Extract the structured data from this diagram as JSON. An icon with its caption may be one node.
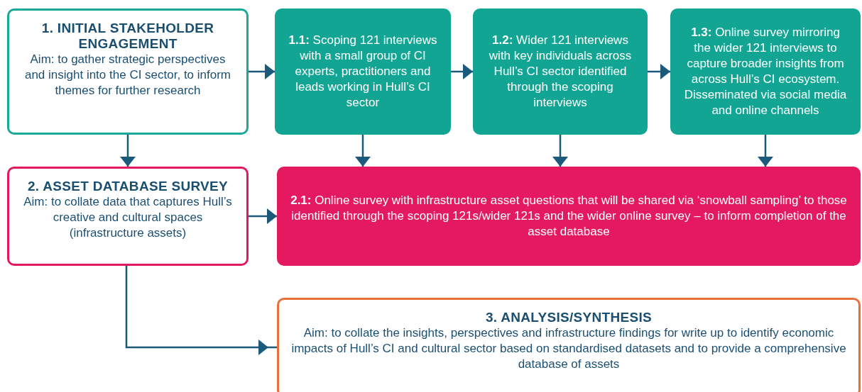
{
  "diagram": {
    "nodes": [
      {
        "text": [
          "1. INITIAL STAKEHOLDER ENGAGEMENT",
          "Aim: to gather strategic perspectives and insight into the CI sector, to inform themes for further research"
        ]
      },
      {
        "text": [
          "**1.1:** Scoping 121 interviews with a small group of CI experts, practitioners and leads working in Hull’s CI sector"
        ]
      },
      {
        "text": [
          "**1.2:** Wider 121 interviews with key individuals across Hull’s CI sector identified through the scoping interviews"
        ]
      },
      {
        "text": [
          "**1.3:** Online survey mirroring the wider 121 interviews to capture broader insights from across Hull’s CI ecosystem. Disseminated via social media and online channels"
        ]
      },
      {
        "text": [
          "2. ASSET DATABASE SURVEY",
          "Aim: to collate data that captures Hull’s creative and cultural spaces (infrastructure assets)"
        ]
      },
      {
        "text": [
          "**2.1:** Online survey with infrastructure asset questions that will be shared via ‘snowball sampling’ to those identified through the scoping 121s/wider 121s and the wider online survey – to inform completion of the asset database"
        ]
      },
      {
        "text": [
          "3. ANALYSIS/SYNTHESIS",
          "Aim: to collate the insights, perspectives and infrastructure findings for write up to identify economic impacts of Hull’s CI and cultural sector based on standardised datasets and to provide a comprehensive database of assets"
        ]
      }
    ],
    "edges": [
      {
        "from": 0,
        "to": 1,
        "arrow": "to"
      },
      {
        "from": 1,
        "to": 2,
        "arrow": "to"
      },
      {
        "from": 2,
        "to": 3,
        "arrow": "to"
      },
      {
        "from": 0,
        "to": 4,
        "arrow": "to"
      },
      {
        "from": 1,
        "to": 5,
        "arrow": "to"
      },
      {
        "from": 2,
        "to": 5,
        "arrow": "to"
      },
      {
        "from": 3,
        "to": 5,
        "arrow": "to"
      },
      {
        "from": 4,
        "to": 5,
        "arrow": "to"
      },
      {
        "from": 4,
        "to": 6,
        "arrow": "to"
      }
    ]
  }
}
